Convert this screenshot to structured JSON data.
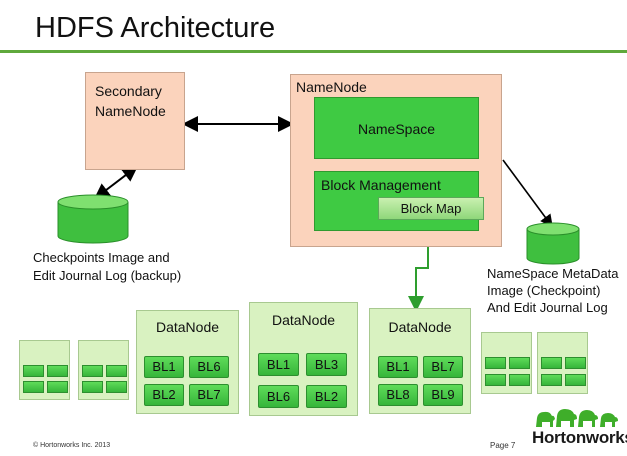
{
  "title": "HDFS Architecture",
  "secondary_namenode": {
    "line1": "Secondary",
    "line2": "NameNode"
  },
  "namenode": {
    "label": "NameNode",
    "namespace": "NameSpace",
    "block_management": "Block Management",
    "block_map": "Block Map"
  },
  "checkpoint_caption": {
    "line1": "Checkpoints Image and",
    "line2": "Edit Journal Log (backup)"
  },
  "metadata_caption": {
    "line1": "NameSpace MetaData",
    "line2": "Image (Checkpoint)",
    "line3": "And Edit Journal Log"
  },
  "datanodes": [
    {
      "label": "DataNode",
      "blocks": [
        "BL1",
        "BL6",
        "BL2",
        "BL7"
      ]
    },
    {
      "label": "DataNode",
      "blocks": [
        "BL1",
        "BL3",
        "BL6",
        "BL2"
      ]
    },
    {
      "label": "DataNode",
      "blocks": [
        "BL1",
        "BL7",
        "BL8",
        "BL9"
      ]
    }
  ],
  "footer": {
    "copyright": "© Hortonworks Inc. 2013",
    "page": "Page 7",
    "brand": "Hortonworks"
  },
  "colors": {
    "accent_green": "#3fca43",
    "node_peach": "#fbd3bc",
    "datanode_bg": "#d9f2c1",
    "title_rule": "#5fa93c"
  }
}
